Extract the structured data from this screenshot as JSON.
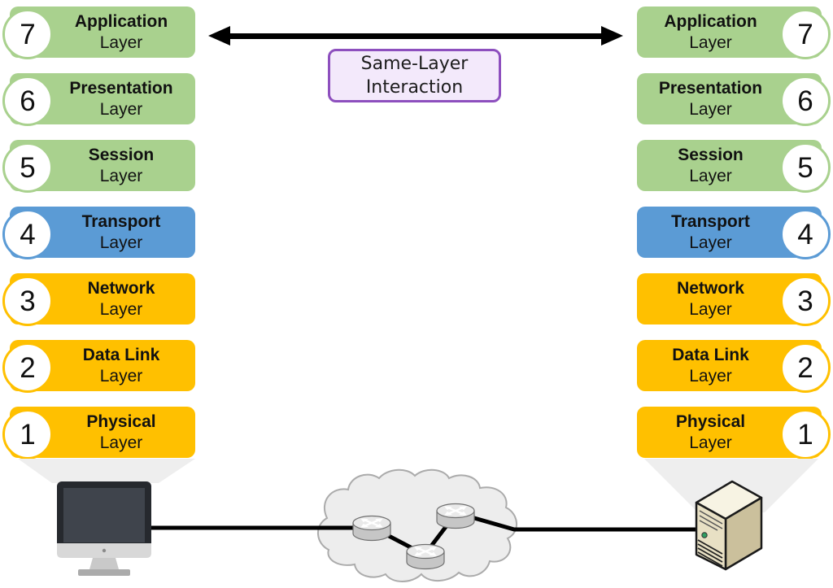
{
  "diagram": {
    "interaction_box": {
      "line1": "Same-Layer",
      "line2": "Interaction"
    },
    "layers": [
      {
        "number": "7",
        "title": "Application",
        "subtitle": "Layer",
        "color": "green"
      },
      {
        "number": "6",
        "title": "Presentation",
        "subtitle": "Layer",
        "color": "green"
      },
      {
        "number": "5",
        "title": "Session",
        "subtitle": "Layer",
        "color": "green"
      },
      {
        "number": "4",
        "title": "Transport",
        "subtitle": "Layer",
        "color": "blue"
      },
      {
        "number": "3",
        "title": "Network",
        "subtitle": "Layer",
        "color": "yellow"
      },
      {
        "number": "2",
        "title": "Data Link",
        "subtitle": "Layer",
        "color": "yellow"
      },
      {
        "number": "1",
        "title": "Physical",
        "subtitle": "Layer",
        "color": "yellow"
      }
    ],
    "colors": {
      "green": "#a9d18e",
      "blue": "#5b9bd5",
      "yellow": "#ffc000",
      "box_fill": "#f3e9fb",
      "box_border": "#8d4fbe",
      "arrow": "#000000"
    },
    "icons": {
      "left_device": "desktop-computer-icon",
      "network": "cloud-network-icon",
      "network_nodes": "router-icon",
      "right_device": "server-tower-icon"
    }
  }
}
